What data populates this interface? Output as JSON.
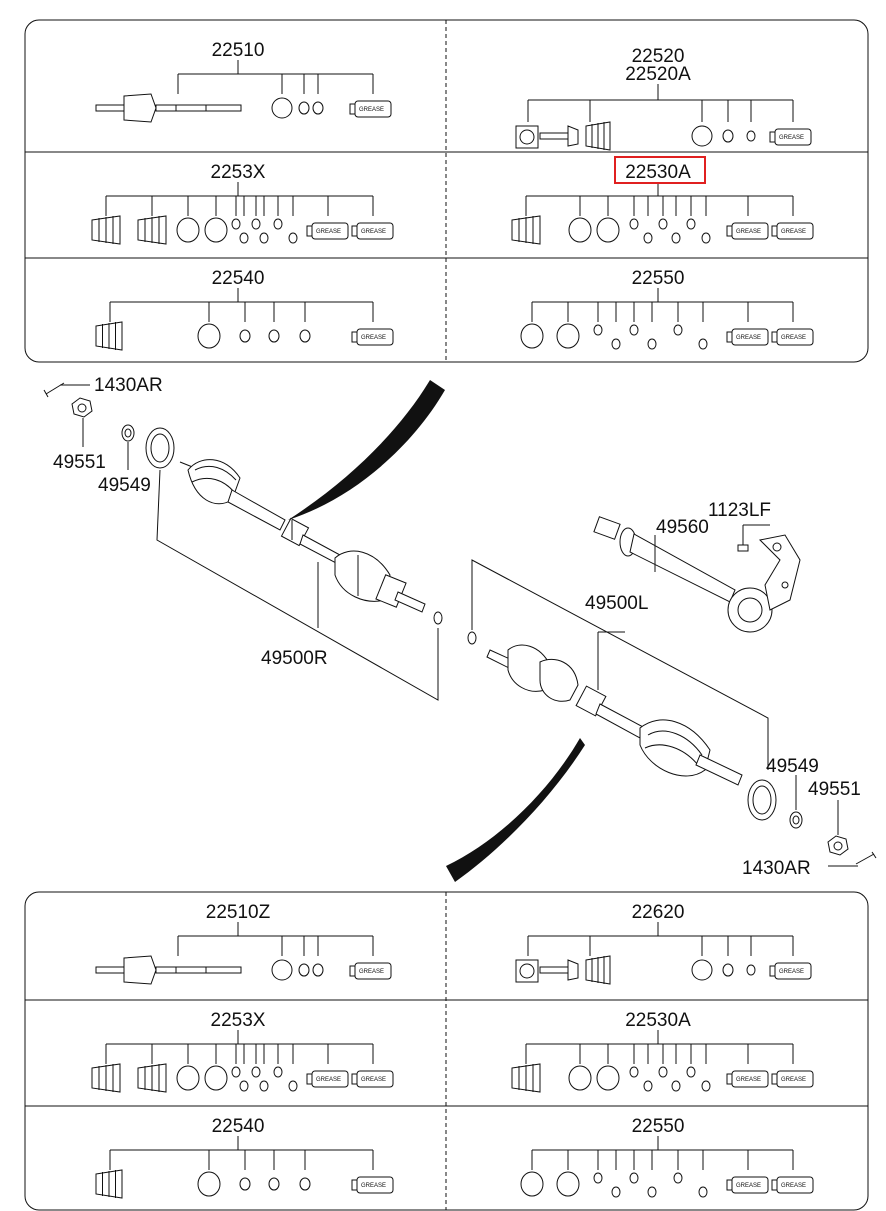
{
  "diagram": {
    "highlight_color": "#e02020",
    "grease_label": "GREASE",
    "top_panel": {
      "kits": [
        {
          "label": "22510",
          "kind": "joint-shaft"
        },
        {
          "label": "22520",
          "label2": "22520A",
          "kind": "tripod"
        },
        {
          "label": "2253X",
          "kind": "boots-full"
        },
        {
          "label": "22530A",
          "kind": "boots-half",
          "highlighted": true
        },
        {
          "label": "22540",
          "kind": "boot-small"
        },
        {
          "label": "22550",
          "kind": "rings"
        }
      ]
    },
    "center": {
      "labels": {
        "bolt_top": "1430AR",
        "nut_top": "49551",
        "washer_top": "49549",
        "shaft_right": "49500R",
        "bolt_mid": "1123LF",
        "inner_shaft": "49560",
        "shaft_left": "49500L",
        "washer_bottom": "49549",
        "nut_bottom": "49551",
        "bolt_bottom": "1430AR"
      }
    },
    "bottom_panel": {
      "kits": [
        {
          "label": "22510Z",
          "kind": "joint-shaft"
        },
        {
          "label": "22620",
          "kind": "tripod"
        },
        {
          "label": "2253X",
          "kind": "boots-full"
        },
        {
          "label": "22530A",
          "kind": "boots-half"
        },
        {
          "label": "22540",
          "kind": "boot-small"
        },
        {
          "label": "22550",
          "kind": "rings"
        }
      ]
    }
  }
}
